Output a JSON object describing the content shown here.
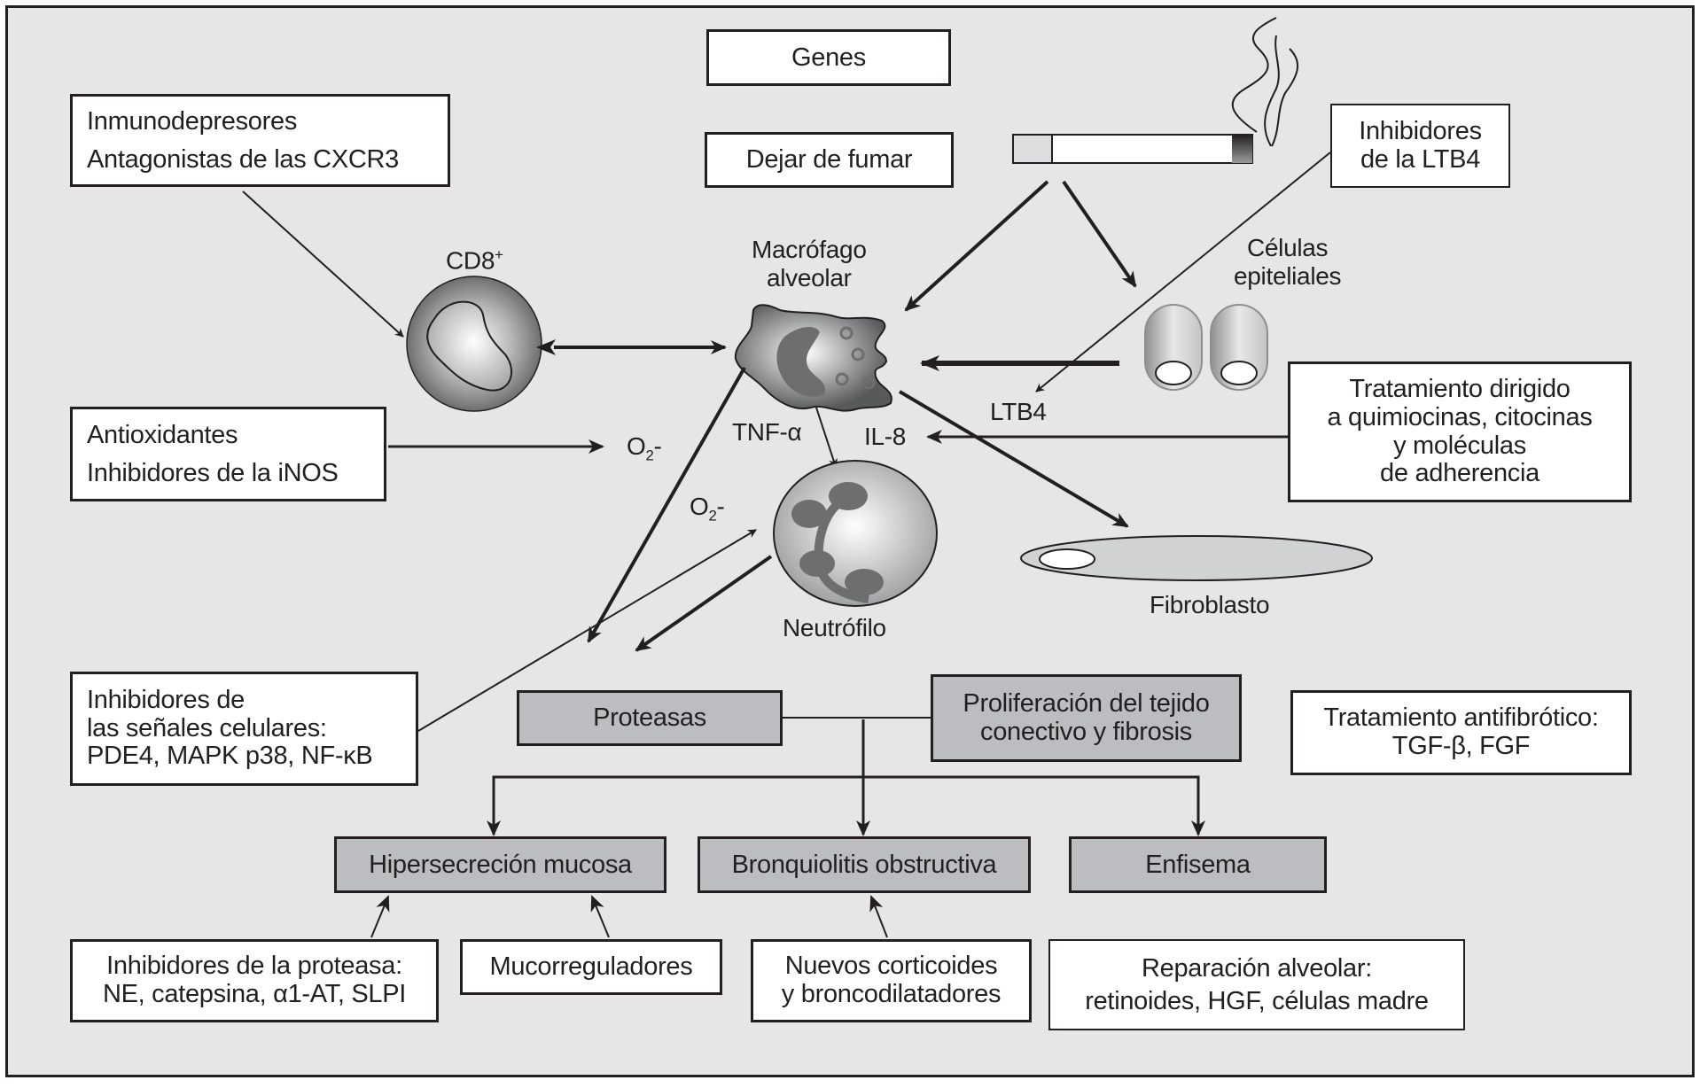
{
  "diagram": {
    "colors": {
      "background": "#e6e6e6",
      "stroke": "#231f20",
      "box_fill": "#ffffff",
      "outcome_fill": "#bcbdc0",
      "cell_gray": "#9a9a9c"
    },
    "top_boxes": {
      "genes": "Genes",
      "quit_smoking": "Dejar de fumar"
    },
    "therapy_boxes": {
      "immunosuppressants": [
        "Inmunodepresores",
        "Antagonistas de las CXCR3"
      ],
      "ltb4_inhibitors": [
        "Inhibidores",
        "de la LTB4"
      ],
      "chemokine_treatment": [
        "Tratamiento dirigido",
        "a quimiocinas, citocinas",
        "y moléculas",
        "de adherencia"
      ],
      "antioxidants": [
        "Antioxidantes",
        "Inhibidores de la iNOS"
      ],
      "signal_inhibitors": [
        "Inhibidores de",
        "las señales celulares:",
        "PDE4, MAPK p38, NF-κB"
      ],
      "antifibrotic": [
        "Tratamiento antifibrótico:",
        "TGF-β, FGF"
      ],
      "protease_inhibitors": [
        "Inhibidores de la proteasa:",
        "NE, catepsina, α1-AT, SLPI"
      ],
      "mucoregulators": "Mucorreguladores",
      "corticoids": [
        "Nuevos corticoides",
        "y broncodilatadores"
      ],
      "alveolar_repair": [
        "Reparación alveolar:",
        "retinoides, HGF, células madre"
      ]
    },
    "cells": {
      "cd8": "CD8",
      "cd8_sup": "+",
      "macrophage": [
        "Macrófago",
        "alveolar"
      ],
      "epithelial": [
        "Células",
        "epiteliales"
      ],
      "neutrophil": "Neutrófilo",
      "fibroblast": "Fibroblasto"
    },
    "mediators": {
      "tnf": "TNF-α",
      "il8": "IL-8",
      "ltb4": "LTB4",
      "o2_upper": "O",
      "o2_lower": "O",
      "o2_sub": "2",
      "o2_sup": "-"
    },
    "outcomes": {
      "proteases": "Proteasas",
      "fibrosis": [
        "Proliferación del tejido",
        "conectivo y fibrosis"
      ],
      "mucus": "Hipersecreción mucosa",
      "bronchiolitis": "Bronquiolitis obstructiva",
      "emphysema": "Enfisema"
    }
  }
}
